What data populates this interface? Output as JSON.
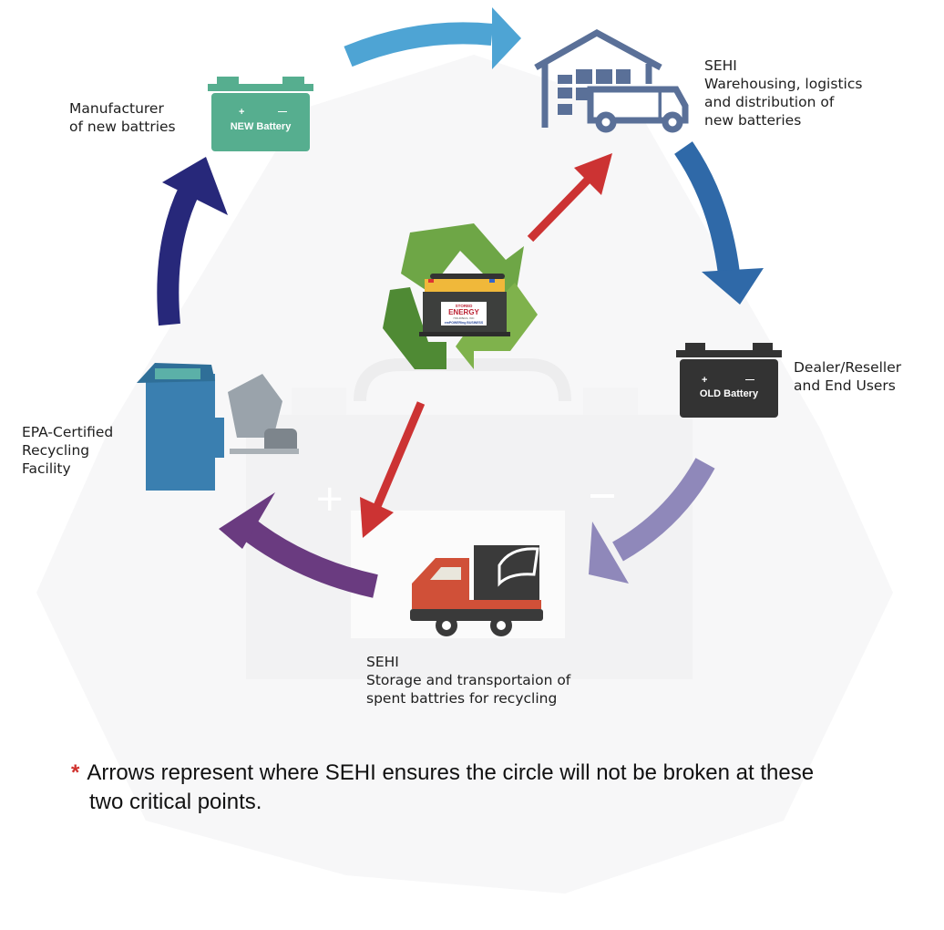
{
  "nodes": {
    "manufacturer": {
      "label": [
        "Manufacturer",
        "of new battries"
      ],
      "battery_label": "NEW Battery",
      "plus": "+",
      "minus": "—"
    },
    "warehouse": {
      "label": [
        "SEHI",
        "Warehousing, logistics",
        "and distribution of",
        "new batteries"
      ]
    },
    "dealer": {
      "label": [
        "Dealer/Reseller",
        "and End Users"
      ],
      "battery_label": "OLD Battery",
      "plus": "+",
      "minus": "—"
    },
    "transport": {
      "label": [
        "SEHI",
        "Storage and transportaion of",
        "spent battries for recycling"
      ]
    },
    "recycling": {
      "label": [
        "EPA-Certified",
        "Recycling",
        "Facility"
      ]
    }
  },
  "center_logo": {
    "line1": "STORED",
    "line2": "ENERGY",
    "line3": "HOLDINGS, INC",
    "tagline": "emPOWERing BUSINESS"
  },
  "footnote": {
    "marker": "*",
    "text_line1": "Arrows represent where SEHI ensures the circle will not be broken at these",
    "text_line2": "two critical points."
  },
  "colors": {
    "cyan": "#4ea4d4",
    "blue": "#2f69a8",
    "lavender": "#8f88ba",
    "purple": "#6a3b80",
    "navy": "#27287a",
    "red": "#cc3333",
    "green": "#5e9e3a",
    "teal": "#56ae8f",
    "dark": "#3a3a3a",
    "truck_red": "#d05038"
  }
}
